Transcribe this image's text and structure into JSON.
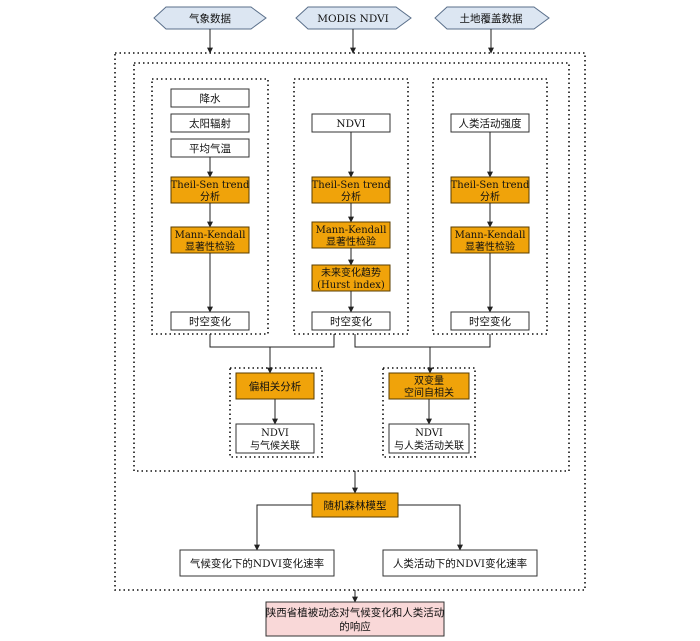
{
  "colors": {
    "process_fill": "#f0a30a",
    "source_fill": "#dce6f2",
    "result_fill": "#f9d8d8"
  },
  "sources": {
    "weather": "气象数据",
    "ndvi": "MODIS NDVI",
    "landcover": "土地覆盖数据"
  },
  "col1": {
    "precip": "降水",
    "solar": "太阳辐射",
    "temp": "平均气温",
    "theil_l1": "Theil-Sen trend",
    "theil_l2": "分析",
    "mk_l1": "Mann-Kendall",
    "mk_l2": "显著性检验",
    "output": "时空变化"
  },
  "col2": {
    "ndvi": "NDVI",
    "theil_l1": "Theil-Sen trend",
    "theil_l2": "分析",
    "mk_l1": "Mann-Kendall",
    "mk_l2": "显著性检验",
    "hurst_l1": "未来变化趋势",
    "hurst_l2": "(Hurst index)",
    "output": "时空变化"
  },
  "col3": {
    "human": "人类活动强度",
    "theil_l1": "Theil-Sen trend",
    "theil_l2": "分析",
    "mk_l1": "Mann-Kendall",
    "mk_l2": "显著性检验",
    "output": "时空变化"
  },
  "partial": {
    "title": "偏相关分析",
    "out_l1": "NDVI",
    "out_l2": "与气候关联"
  },
  "bivariate": {
    "title_l1": "双变量",
    "title_l2": "空间自相关",
    "out_l1": "NDVI",
    "out_l2": "与人类活动关联"
  },
  "rf": {
    "title": "随机森林模型",
    "climate_rate": "气候变化下的NDVI变化速率",
    "human_rate": "人类活动下的NDVI变化速率"
  },
  "result": {
    "l1": "陕西省植被动态对气候变化和人类活动",
    "l2": "的响应"
  }
}
